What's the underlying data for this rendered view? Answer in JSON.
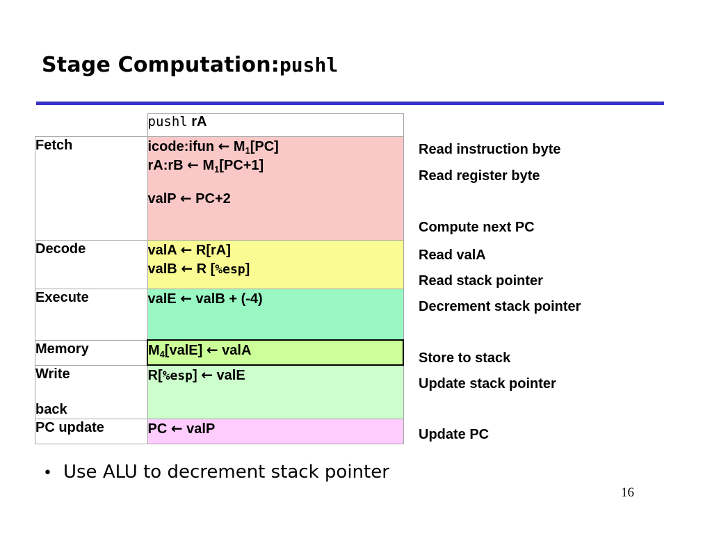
{
  "slide": {
    "title_main": "Stage Computation:",
    "title_mono": "pushl",
    "page_number": "16",
    "rule_color": "#3a32c8"
  },
  "table": {
    "header": {
      "stage_label": "",
      "instruction_mono": "pushl",
      "instruction_operand": "rA"
    },
    "rows": [
      {
        "stage": "Fetch",
        "fill": "#fbc8c8",
        "lines": [
          {
            "pre": "icode:ifun ",
            "arrow": "←",
            "post": " M",
            "sub": "1",
            "tail": "[PC]"
          },
          {
            "pre": "rA:rB ",
            "arrow": "←",
            "post": " M",
            "sub": "1",
            "tail": "[PC+1]"
          },
          {
            "blank": true
          },
          {
            "pre": "valP ",
            "arrow": "←",
            "post": " PC+2",
            "sub": "",
            "tail": ""
          }
        ],
        "annotations": [
          "Read instruction byte",
          "Read register byte",
          "",
          "Compute next PC"
        ]
      },
      {
        "stage": "Decode",
        "fill": "#fbfb93",
        "lines": [
          {
            "pre": "valA ",
            "arrow": "←",
            "post": " R[rA]",
            "sub": "",
            "tail": ""
          },
          {
            "pre": "valB ",
            "arrow": "←",
            "post": " R [",
            "mono": "%esp",
            "tail": "]"
          }
        ],
        "annotations": [
          "Read valA",
          "Read stack pointer"
        ]
      },
      {
        "stage": "Execute",
        "fill": "#99f7c4",
        "lines": [
          {
            "pre": "valE ",
            "arrow": "←",
            "post": " valB + (-4)",
            "sub": "",
            "tail": ""
          }
        ],
        "annotations": [
          "Decrement stack pointer"
        ]
      },
      {
        "stage": "Memory",
        "fill": "#ccff99",
        "highlighted": true,
        "lines": [
          {
            "pre": "M",
            "sub": "4",
            "mid": "[valE] ",
            "arrow": "←",
            "post": " valA"
          }
        ],
        "annotations": [
          "Store to stack"
        ]
      },
      {
        "stage": "Write back",
        "fill": "#ccffcc",
        "lines": [
          {
            "pre": "R[",
            "mono": "%esp",
            "mid": "] ",
            "arrow": "←",
            "post": " valE"
          }
        ],
        "annotations": [
          "Update stack pointer"
        ]
      },
      {
        "stage": "PC update",
        "fill": "#ffccff",
        "lines": [
          {
            "pre": "PC ",
            "arrow": "←",
            "post": " valP",
            "sub": "",
            "tail": ""
          }
        ],
        "annotations": [
          "Update PC"
        ]
      }
    ]
  },
  "annotations_flat": [
    "Read instruction byte",
    "Read register byte",
    "Compute next PC",
    "Read valA",
    "Read stack pointer",
    "Decrement stack pointer",
    "Store to stack",
    "Update stack pointer",
    "Update PC"
  ],
  "bullet": {
    "marker": "•",
    "text": "Use ALU to decrement stack pointer"
  }
}
